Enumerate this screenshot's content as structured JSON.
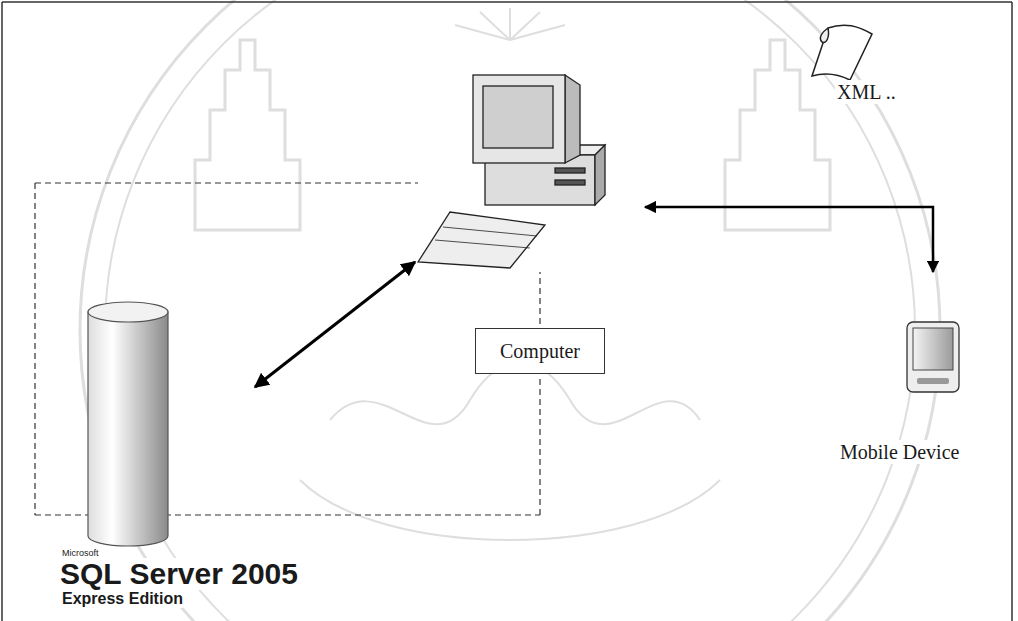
{
  "diagram": {
    "nodes": [
      {
        "text": [
          "Microsoft",
          "SQL Server 2005",
          "Express Edition"
        ]
      },
      {
        "text": [
          "Computer"
        ]
      },
      {
        "text": [
          "Mobile Device"
        ]
      }
    ],
    "edges": [
      {
        "from": 0,
        "to": 1,
        "arrow": "both"
      },
      {
        "from": 1,
        "to": 2,
        "arrow": "both",
        "label": "XML .."
      }
    ]
  }
}
